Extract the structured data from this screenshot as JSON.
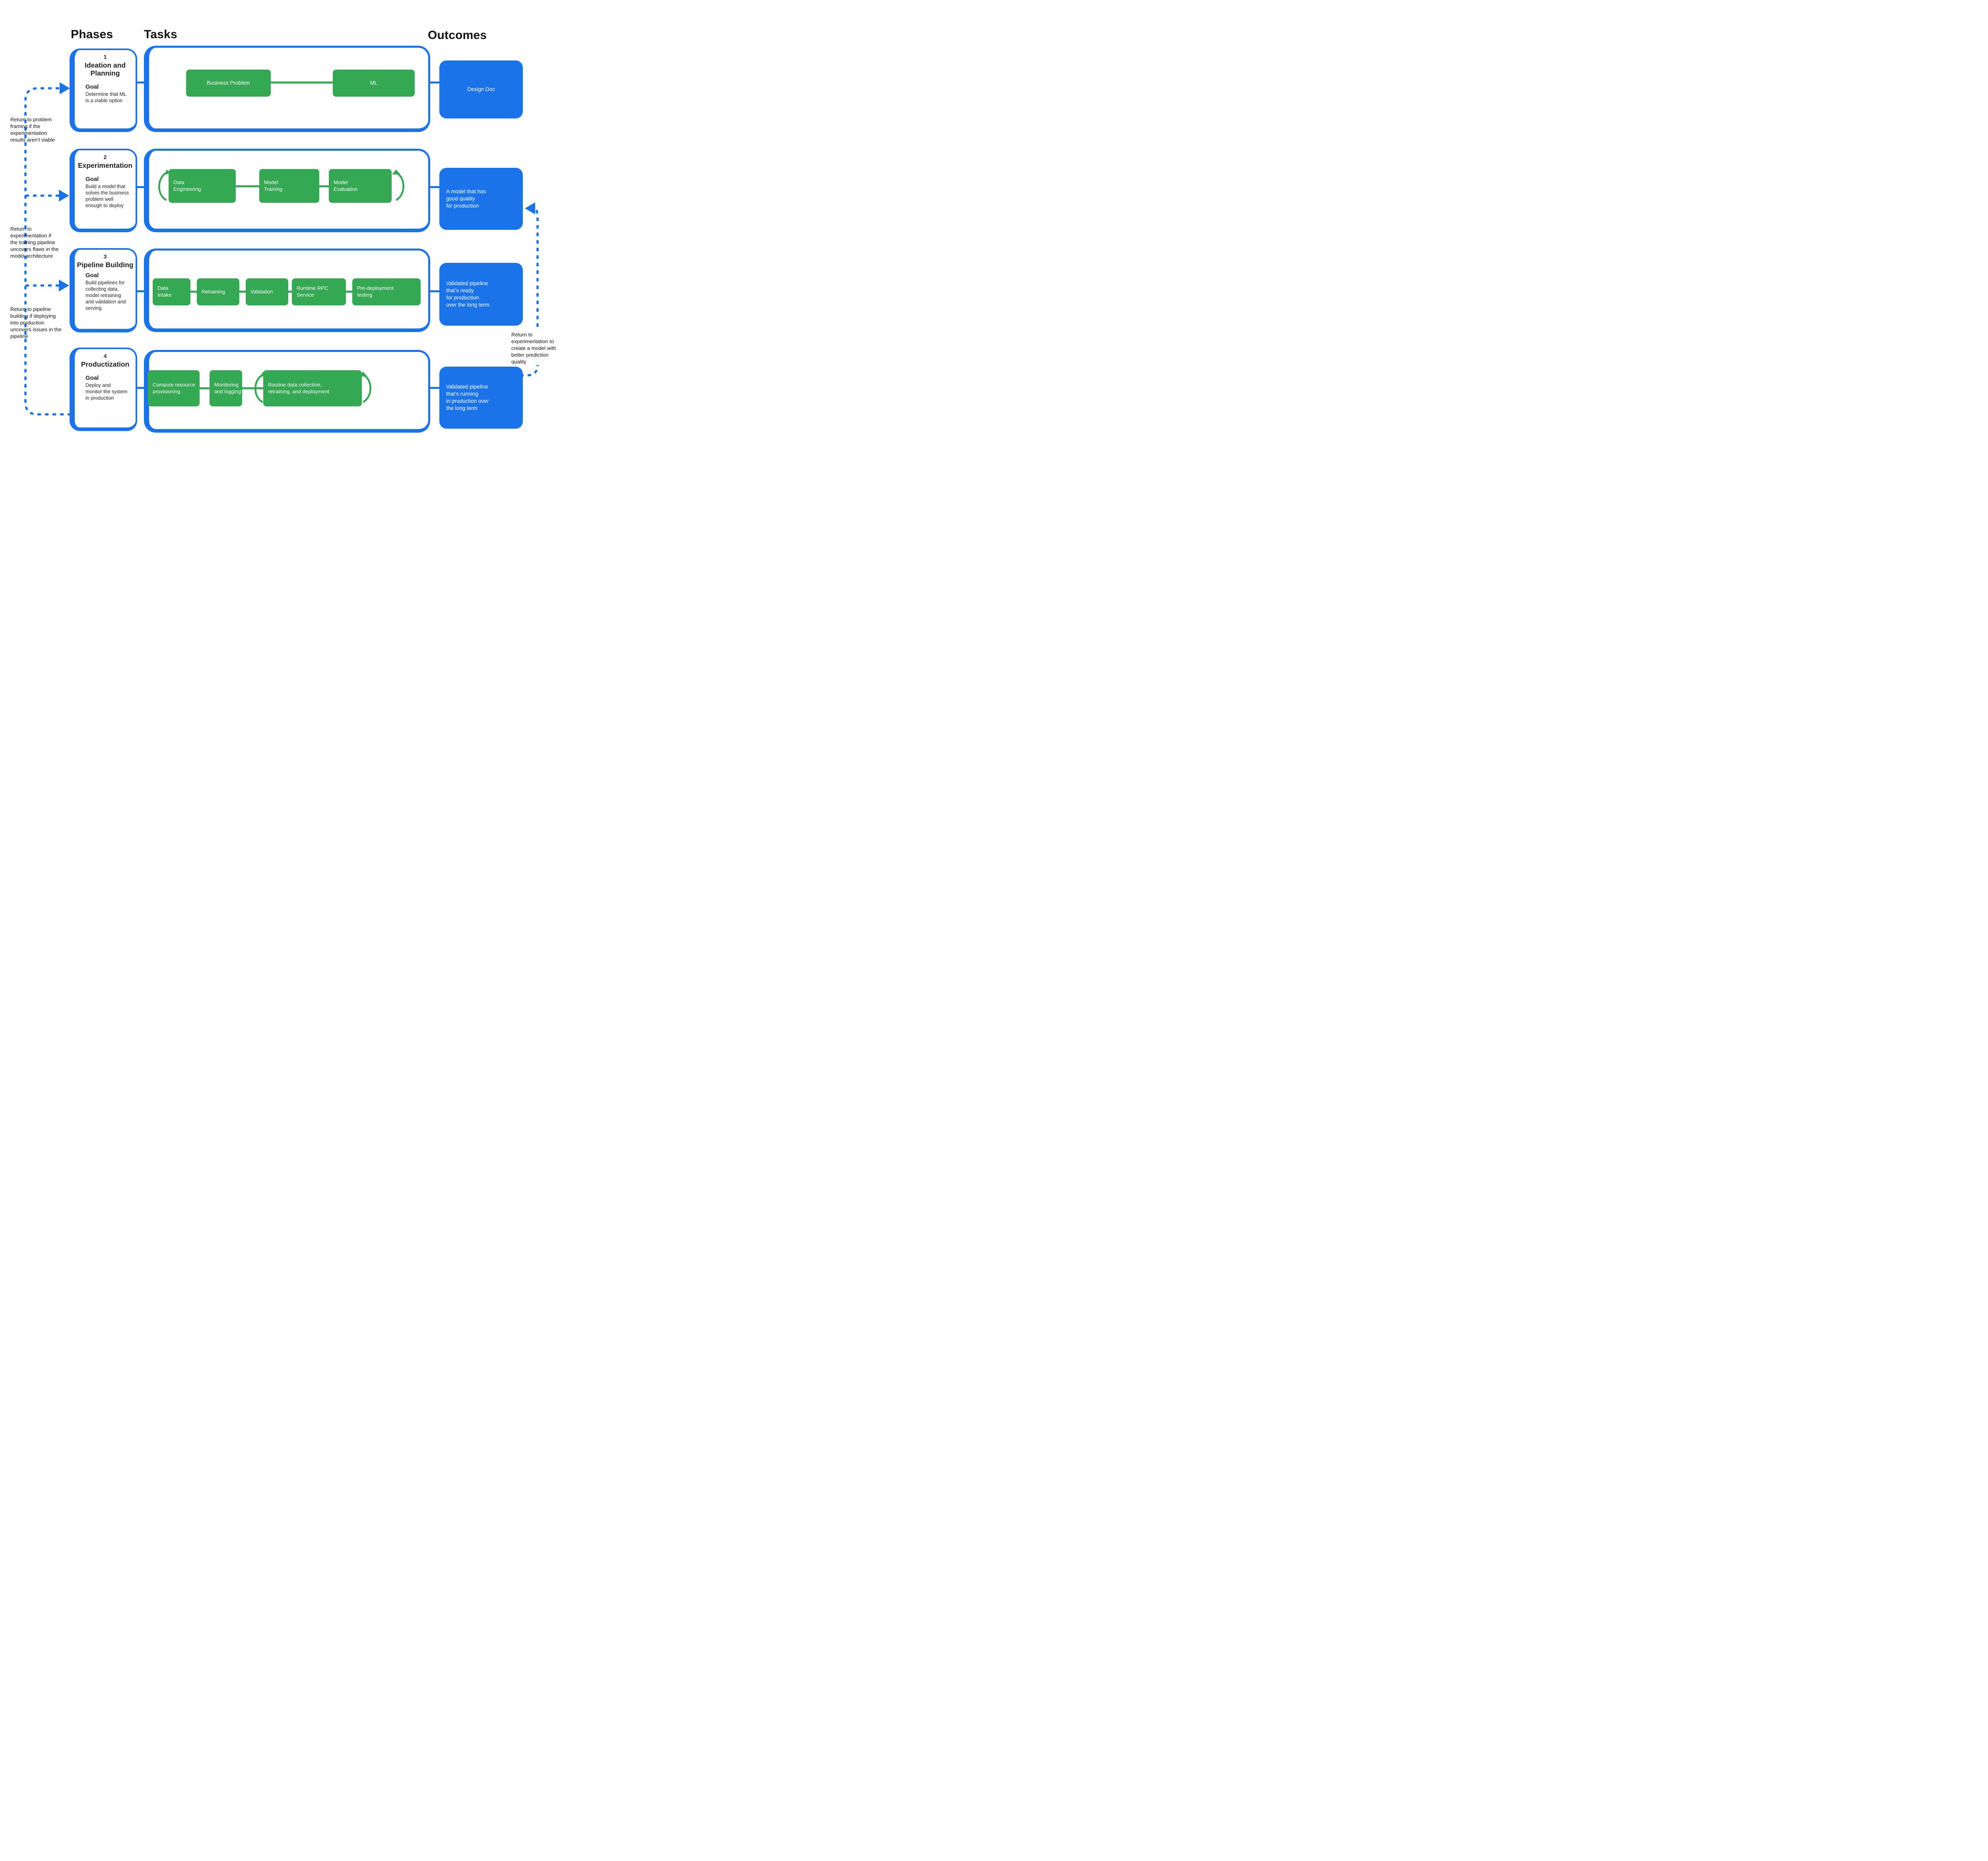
{
  "headers": {
    "phases": "Phases",
    "tasks": "Tasks",
    "outcomes": "Outcomes"
  },
  "colors": {
    "accent_blue": "#1a73e8",
    "accent_green": "#34a853",
    "text": "#202124",
    "box_text": "#ffffff"
  },
  "phases": [
    {
      "number": "1",
      "title": "Ideation and\nPlanning",
      "goal_label": "Goal",
      "goal": "Determine that ML\nis a viable option",
      "tasks": [
        "Business Problem",
        "ML"
      ],
      "outcome": "Design Doc"
    },
    {
      "number": "2",
      "title": "Experimentation",
      "goal_label": "Goal",
      "goal": "Build a model that\nsolves the business\nproblem well\nenough to deploy",
      "tasks": [
        "Data\nEngineering",
        "Model\nTraining",
        "Model\nEvaluation"
      ],
      "outcome": "A model that has\ngood quality\nfor production"
    },
    {
      "number": "3",
      "title": "Pipeline Building",
      "goal_label": "Goal",
      "goal": "Build pipelines for\ncollecting data,\nmodel retraining\nand validation and\nserving",
      "tasks": [
        "Data\nIntake",
        "Retraining",
        "Validation",
        "Runtime RPC\nService",
        "Pre-deployment\ntesting"
      ],
      "outcome": "Validated pipeline\nthat’s ready\nfor production\nover the long term"
    },
    {
      "number": "4",
      "title": "Productization",
      "goal_label": "Goal",
      "goal": "Deploy and\nmonitor the system\nin production",
      "tasks": [
        "Compute  resource\nprovisioning",
        "Monitoring\nand logging",
        "Routine data collection,\nretraining, and deployment"
      ],
      "outcome": "Validated pipeline\nthat’s running\nin production over\nthe long term"
    }
  ],
  "annotations": {
    "left": [
      "Return to problem\nframing if the\nexperimentation\nresults aren’t viable",
      "Return to\nexperimentation if\nthe training pipeline\nuncovers flaws in the\nmodel architecture",
      "Return to pipeline\nbuilding if deploying\ninto production\nuncovers issues in the\npipeline"
    ],
    "right": "Return to\nexperimentation to\ncreate a model with\nbetter prediction\nquality"
  }
}
